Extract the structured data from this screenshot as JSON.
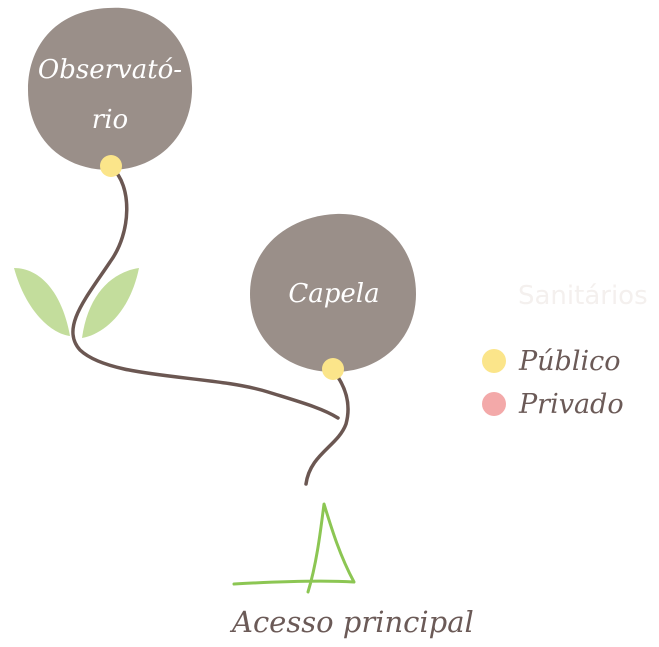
{
  "colors": {
    "node": "#9a8f89",
    "stem": "#6b5752",
    "leaf": "#c3dd9c",
    "public": "#fbe58a",
    "private": "#f3a9a9",
    "access_arrow": "#8cc653",
    "text": "#6b5a57",
    "label_on_node": "#ffffff"
  },
  "nodes": {
    "observatorio": {
      "line1": "Observató-",
      "line2": "rio",
      "access": "public"
    },
    "capela": {
      "label": "Capela",
      "access": "public"
    }
  },
  "faint_label": "Sanitários",
  "legend": {
    "public_label": "Público",
    "private_label": "Privado"
  },
  "entrance": {
    "label": "Acesso principal"
  }
}
